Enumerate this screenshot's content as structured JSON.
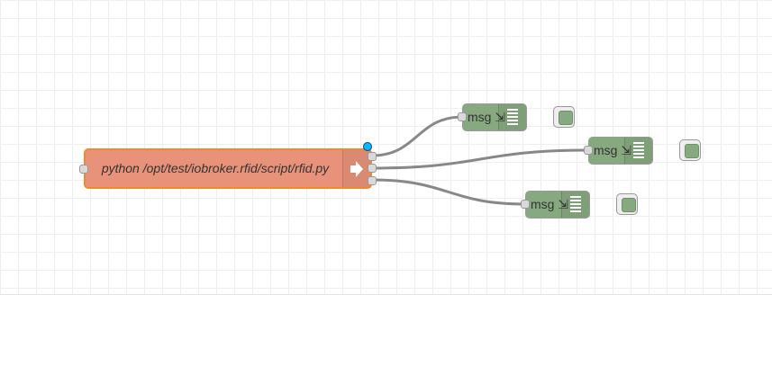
{
  "exec_node": {
    "label": "python /opt/test/iobroker.rfid/script/rfid.py",
    "color": "#e8927a",
    "border_color": "#f08a2a",
    "icon": "arrow-right-icon"
  },
  "debug_nodes": [
    {
      "label": "msg ⇲",
      "color": "#87a980",
      "icon": "debug-list-icon"
    },
    {
      "label": "msg ⇲",
      "color": "#87a980",
      "icon": "debug-list-icon"
    },
    {
      "label": "msg ⇲",
      "color": "#87a980",
      "icon": "debug-list-icon"
    }
  ],
  "colors": {
    "wire": "#888888",
    "grid": "#eeeeee",
    "changed_indicator": "#00bcff"
  }
}
